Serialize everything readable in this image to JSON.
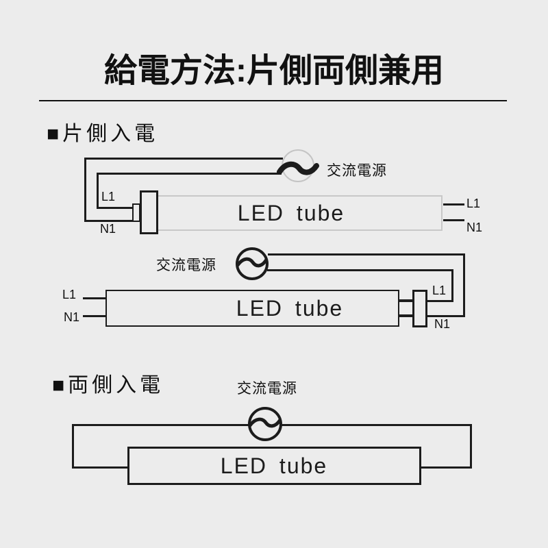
{
  "title": "給電方法:片側両側兼用",
  "sections": {
    "single_side": "■片側入電",
    "both_side": "■両側入電"
  },
  "labels": {
    "ac_source": "交流電源",
    "led_tube": "LED tube",
    "line": "L1",
    "neutral": "N1"
  },
  "colors": {
    "background": "#ececec",
    "line": "#1c1c1c",
    "light_gray_outline": "#c8c8c8",
    "text": "#111111"
  }
}
